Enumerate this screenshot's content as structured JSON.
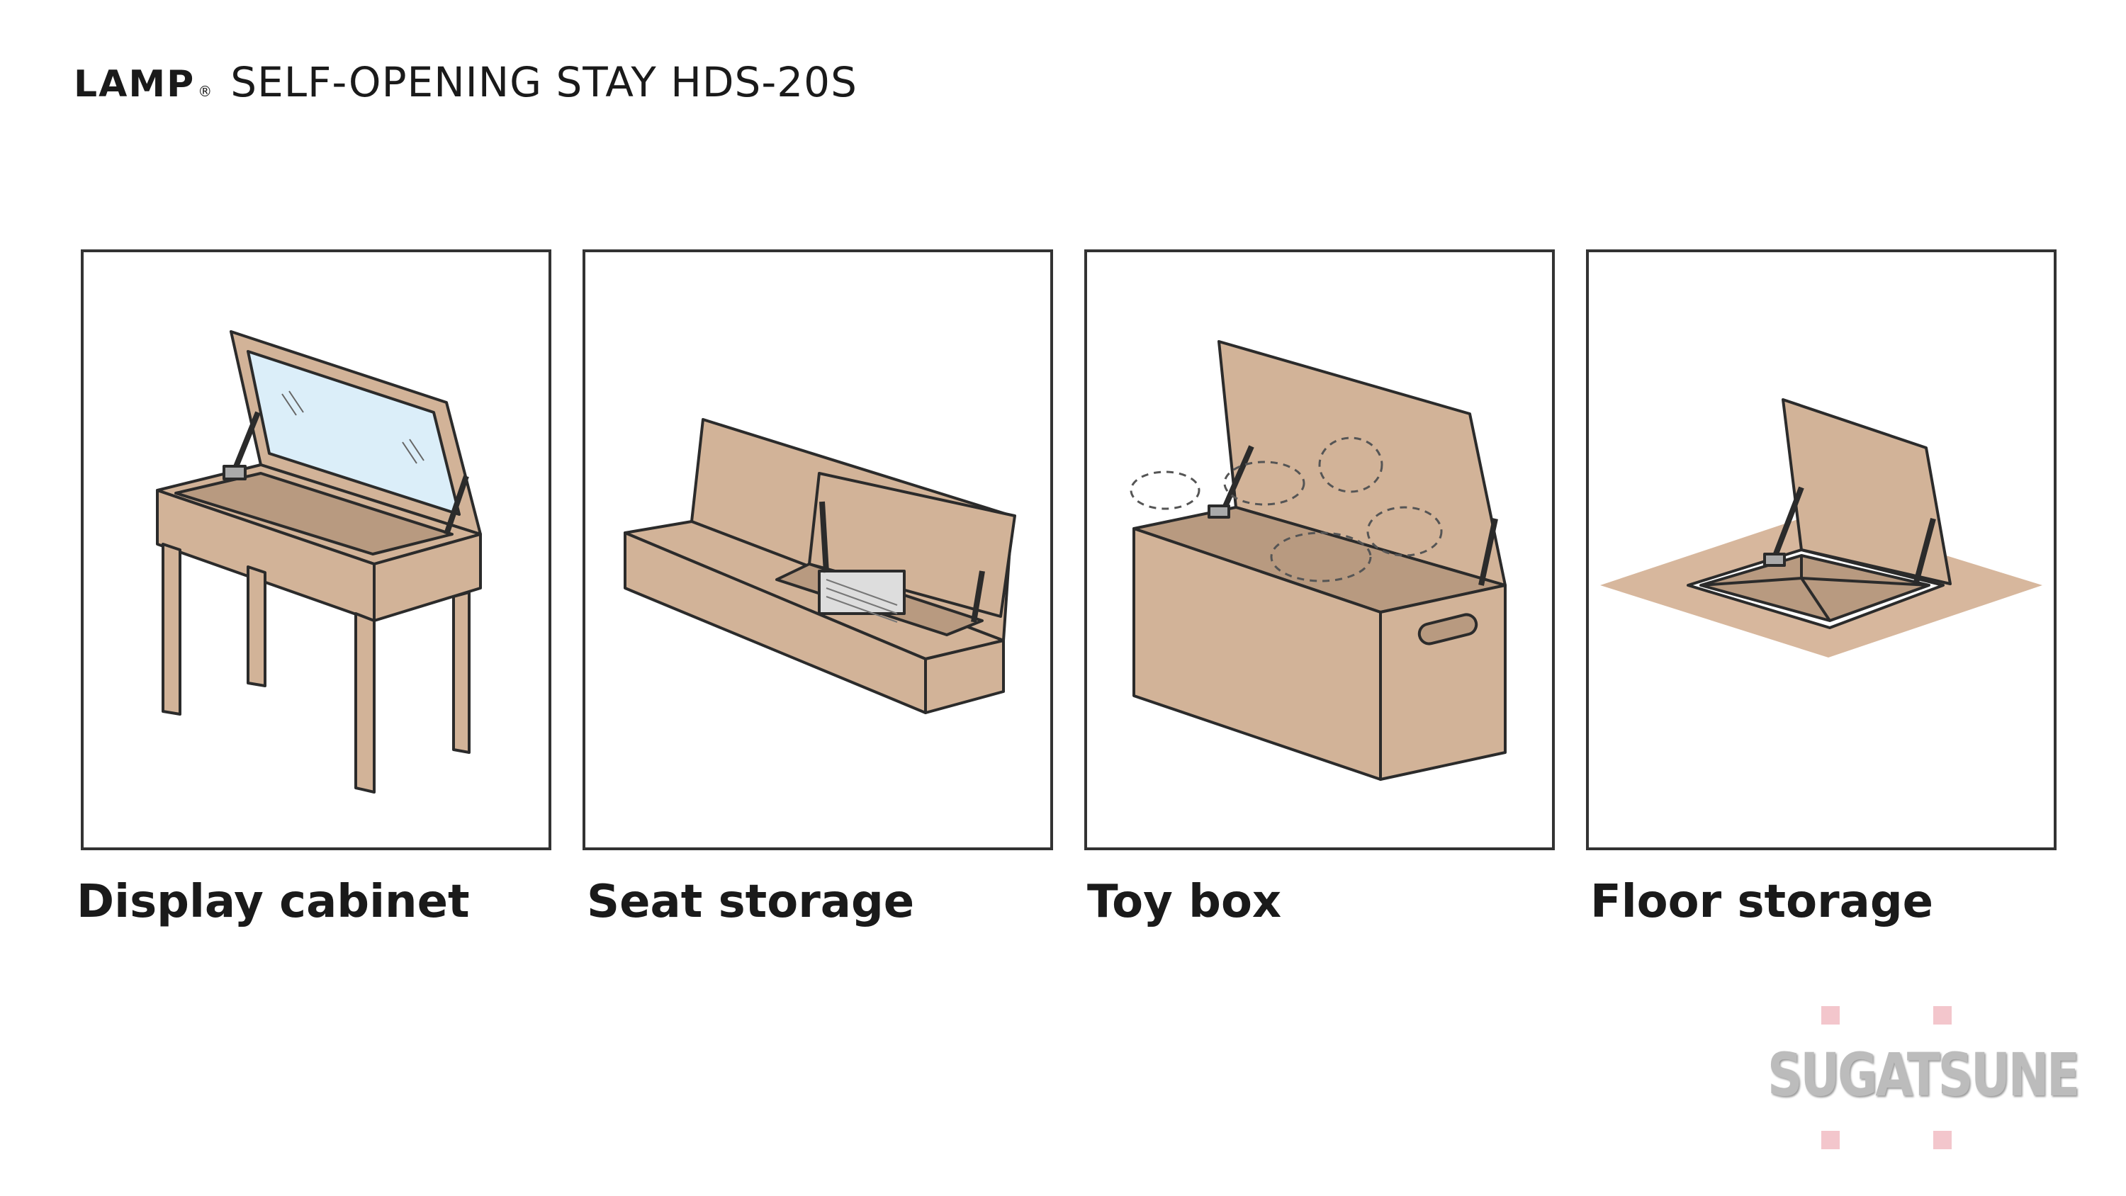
{
  "header": {
    "brand": "LAMP",
    "registered_mark": "®",
    "product_title": "SELF-OPENING STAY HDS-20S"
  },
  "panels": [
    {
      "caption": "Display cabinet",
      "icon": "display-cabinet-illustration"
    },
    {
      "caption": "Seat storage",
      "icon": "seat-storage-illustration"
    },
    {
      "caption": "Toy box",
      "icon": "toy-box-illustration"
    },
    {
      "caption": "Floor storage",
      "icon": "floor-storage-illustration"
    }
  ],
  "watermark": {
    "text": "SUGATSUNE"
  },
  "colors": {
    "wood": "#d2b398",
    "wood_dark": "#b89a80",
    "outline": "#2b2b2b",
    "glass": "#dbeef9",
    "panel_border": "#333333",
    "watermark": "#bcbcbc",
    "watermark_dots": "#f3c6cc"
  }
}
